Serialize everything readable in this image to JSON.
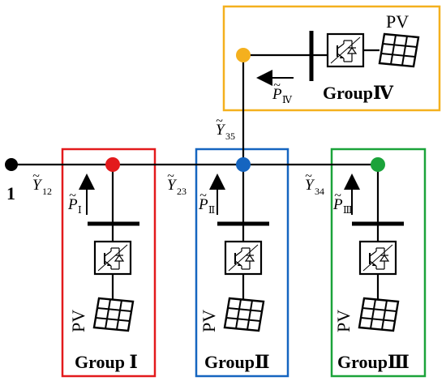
{
  "node_label": "1",
  "colors": {
    "group1": "#e31a1c",
    "group2": "#1565c0",
    "group3": "#1ba33a",
    "group4": "#f4b01e",
    "node1": "#000000"
  },
  "groups": {
    "g1": {
      "label": "Group Ⅰ",
      "pv": "PV",
      "power_label": "P",
      "power_sub": "Ⅰ"
    },
    "g2": {
      "label": "GroupⅡ",
      "pv": "PV",
      "power_label": "P",
      "power_sub": "Ⅱ"
    },
    "g3": {
      "label": "GroupⅢ",
      "pv": "PV",
      "power_label": "P",
      "power_sub": "Ⅲ"
    },
    "g4": {
      "label": "GroupⅣ",
      "pv": "PV",
      "power_label": "P",
      "power_sub": "Ⅳ"
    }
  },
  "admittances": [
    {
      "label": "Y",
      "sub": "12"
    },
    {
      "label": "Y",
      "sub": "23"
    },
    {
      "label": "Y",
      "sub": "34"
    },
    {
      "label": "Y",
      "sub": "35"
    }
  ]
}
